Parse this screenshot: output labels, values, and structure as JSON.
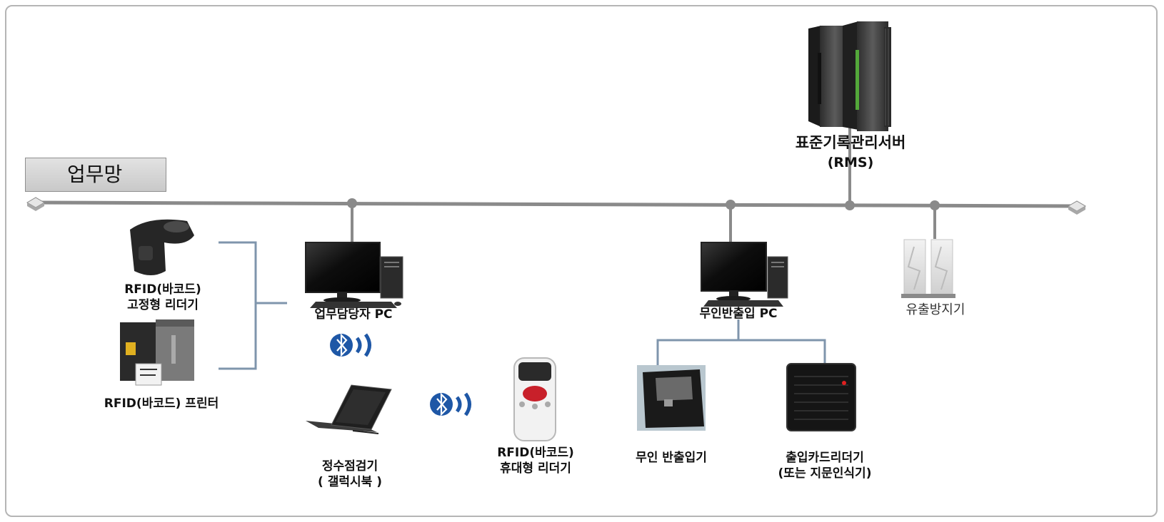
{
  "network": {
    "label": "업무망"
  },
  "server": {
    "name": "표준기록관리서버",
    "abbr": "(RMS)"
  },
  "nodes": {
    "fixed_reader": [
      "RFID(바코드)",
      "고정형 리더기"
    ],
    "printer": [
      "RFID(바코드) 프린터"
    ],
    "staff_pc": [
      "업무담당자 PC"
    ],
    "tablet": [
      "정수점검기",
      "( 갤럭시북 )"
    ],
    "handheld_reader": [
      "RFID(바코드)",
      "휴대형 리더기"
    ],
    "unmanned_pc": [
      "무인반출입 PC"
    ],
    "unmanned_box": [
      "무인 반출입기"
    ],
    "card_reader": [
      "출입카드리더기",
      "(또는 지문인식기)"
    ],
    "anti_theft_gate": [
      "유출방지기"
    ]
  },
  "icons": {
    "server": "server-rack-icon",
    "monitor": "desktop-pc-icon",
    "reader": "handheld-reader-icon",
    "printer": "label-printer-icon",
    "tablet": "tablet-laptop-icon",
    "bluetooth": "bluetooth-icon",
    "gate": "security-gate-icon",
    "card": "card-reader-icon",
    "box": "unmanned-box-icon"
  },
  "colors": {
    "bus_line": "#8a8a8a",
    "connector_line": "#7f95ac",
    "bluetooth": "#1e57a6",
    "frame_border": "#b5b5b5",
    "network_tag_bg": "#d4d4d4"
  }
}
